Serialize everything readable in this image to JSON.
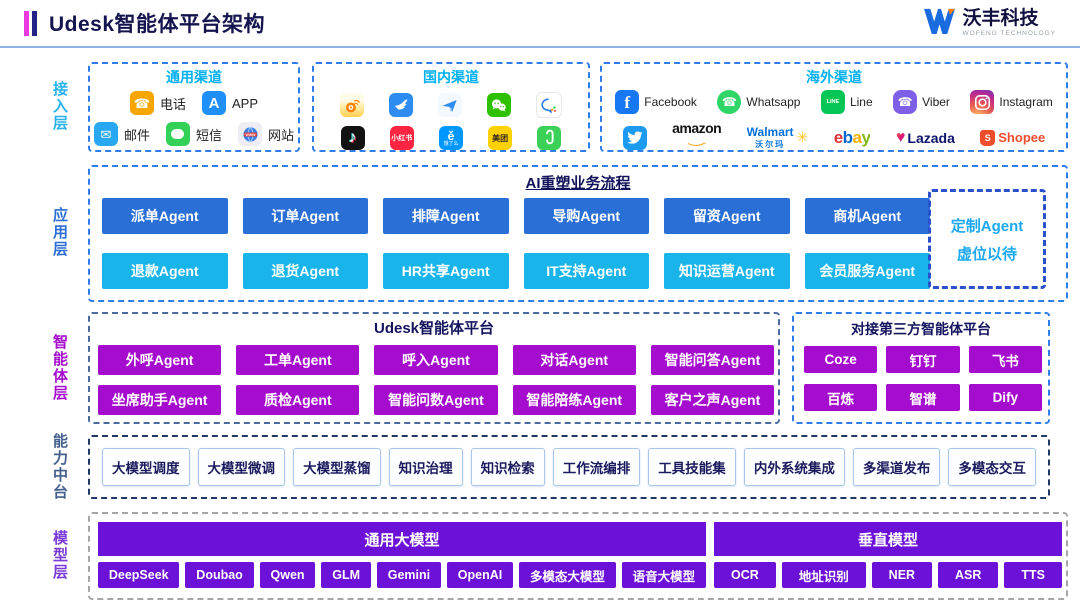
{
  "header": {
    "title": "Udesk智能体平台架构",
    "logo": {
      "brand": "沃丰科技",
      "sub": "WOFENG TECHNOLOGY",
      "mark": "wofeng-w-icon"
    }
  },
  "rails": {
    "access": "接入层",
    "application": "应用层",
    "agent": "智能体层",
    "capability": "能力中台",
    "model": "模型层"
  },
  "access": {
    "general": {
      "title": "通用渠道",
      "row1": [
        {
          "icon": "phone",
          "label": "电话"
        },
        {
          "icon": "app",
          "label": "APP"
        }
      ],
      "row2": [
        {
          "icon": "mail",
          "label": "邮件"
        },
        {
          "icon": "sms",
          "label": "短信"
        },
        {
          "icon": "web",
          "label": "网站"
        }
      ]
    },
    "domestic": {
      "title": "国内渠道",
      "row1": [
        "weibo",
        "dingtalk",
        "paper-plane",
        "wechat",
        "wecom"
      ],
      "row2": [
        "douyin",
        "xiaohongshu",
        "eleme",
        "meituan",
        "wechat-miniprogram"
      ]
    },
    "overseas": {
      "title": "海外渠道",
      "row1": [
        {
          "icon": "facebook",
          "label": "Facebook"
        },
        {
          "icon": "whatsapp",
          "label": "Whatsapp"
        },
        {
          "icon": "line",
          "label": "Line"
        },
        {
          "icon": "viber",
          "label": "Viber"
        },
        {
          "icon": "instagram",
          "label": "Instagram"
        }
      ],
      "row2": [
        "twitter",
        "amazon",
        "walmart",
        "ebay",
        "lazada",
        "shopee"
      ]
    }
  },
  "application": {
    "title": "AI重塑业务流程",
    "row1": [
      "派单Agent",
      "订单Agent",
      "排障Agent",
      "导购Agent",
      "留资Agent",
      "商机Agent"
    ],
    "row2": [
      "退款Agent",
      "退货Agent",
      "HR共享Agent",
      "IT支持Agent",
      "知识运营Agent",
      "会员服务Agent"
    ],
    "custom": {
      "line1": "定制Agent",
      "line2": "虚位以待"
    }
  },
  "agent": {
    "platform": {
      "title": "Udesk智能体平台",
      "row1": [
        "外呼Agent",
        "工单Agent",
        "呼入Agent",
        "对话Agent",
        "智能问答Agent"
      ],
      "row2": [
        "坐席助手Agent",
        "质检Agent",
        "智能问数Agent",
        "智能陪练Agent",
        "客户之声Agent"
      ]
    },
    "third_party": {
      "title": "对接第三方智能体平台",
      "row1": [
        "Coze",
        "钉钉",
        "飞书"
      ],
      "row2": [
        "百炼",
        "智谱",
        "Dify"
      ]
    }
  },
  "capability": {
    "items": [
      "大模型调度",
      "大模型微调",
      "大模型蒸馏",
      "知识治理",
      "知识检索",
      "工作流编排",
      "工具技能集",
      "内外系统集成",
      "多渠道发布",
      "多模态交互"
    ]
  },
  "model": {
    "general": {
      "title": "通用大模型",
      "items": [
        "DeepSeek",
        "Doubao",
        "Qwen",
        "GLM",
        "Gemini",
        "OpenAI",
        "多模态大模型",
        "语音大模型"
      ]
    },
    "vertical": {
      "title": "垂直模型",
      "items": [
        "OCR",
        "地址识别",
        "NER",
        "ASR",
        "TTS"
      ]
    }
  },
  "colors": {
    "accent_blue_border": "#2e7de8",
    "slate_border": "#4a6b9e",
    "navy_border": "#1f3864",
    "gray_border": "#a6a6a6",
    "royal_button": "#2a6fd6",
    "cyan_button": "#18b4ea",
    "magenta_button": "#a50dce",
    "violet_button": "#6c11d8",
    "navy_title": "#14145f",
    "cyan_title": "#00b0f0",
    "custom_agent_text": "#1ba8f0",
    "title_bar_pink": "#e93ae1",
    "title_bar_navy": "#232387"
  }
}
